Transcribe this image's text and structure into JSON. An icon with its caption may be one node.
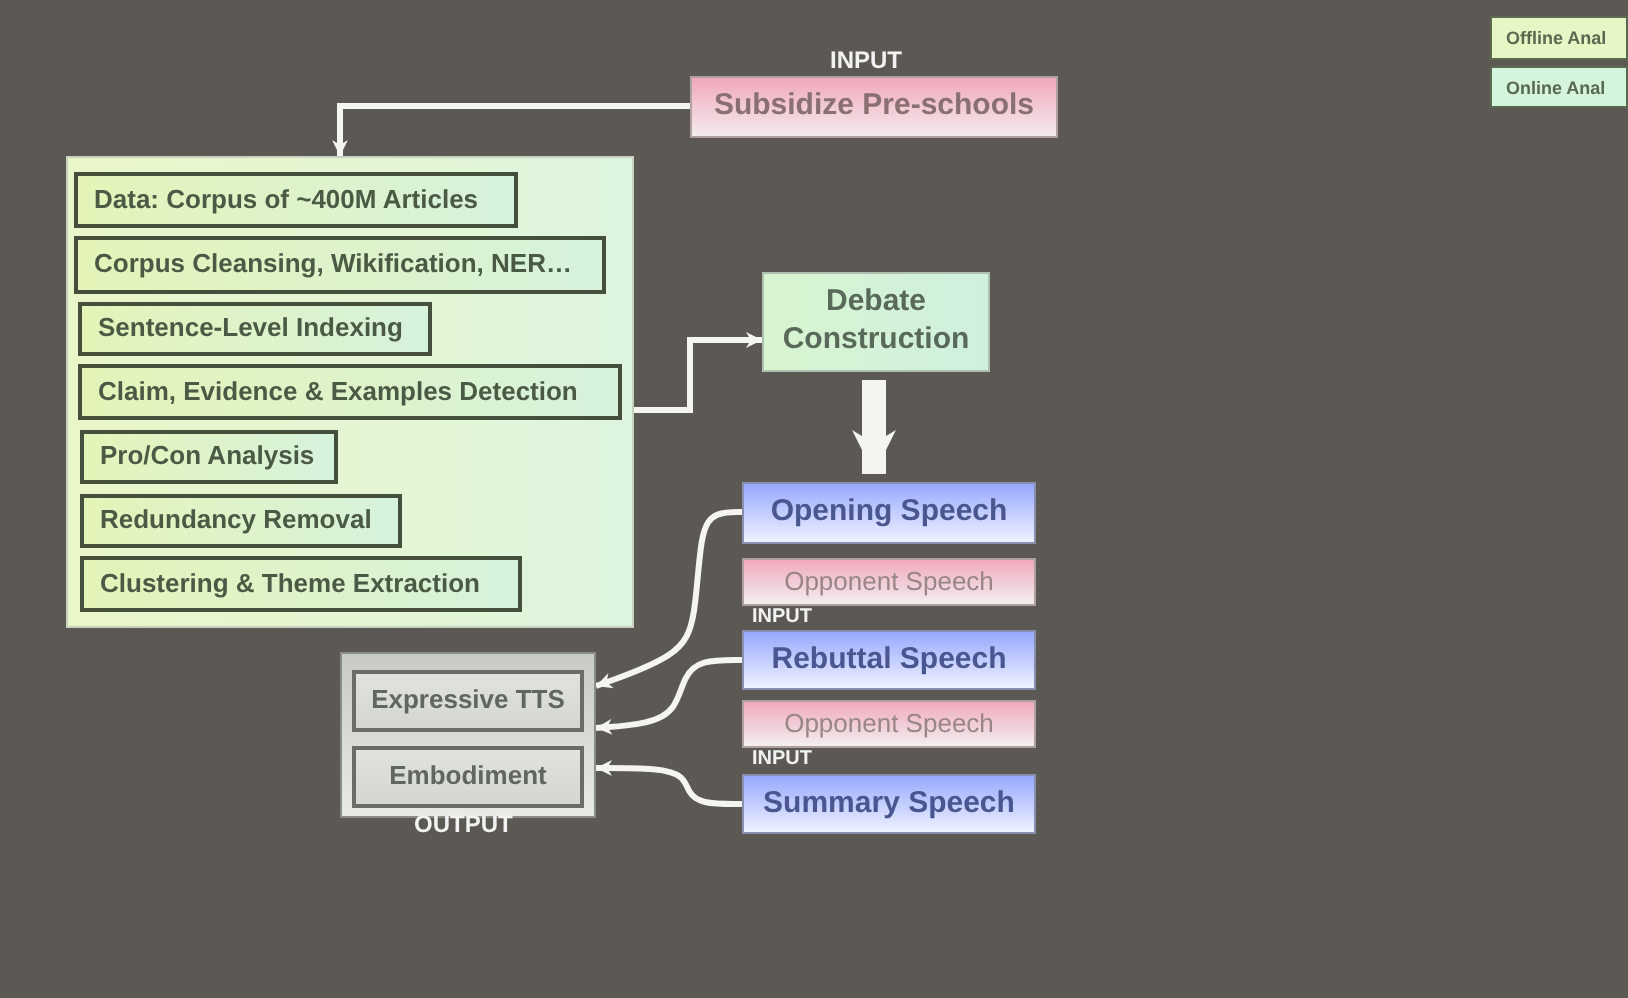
{
  "diagram": {
    "nodes": [
      {
        "text": [
          "Subsidize Pre-schools"
        ],
        "beside": [
          "INPUT"
        ]
      },
      {
        "text": [],
        "shape": "box"
      },
      {
        "text": [
          "Data: Corpus of ~400M Articles"
        ],
        "in": 1
      },
      {
        "text": [
          "Corpus Cleansing, Wikification, NER…"
        ],
        "in": 1
      },
      {
        "text": [
          "Sentence-Level Indexing"
        ],
        "in": 1
      },
      {
        "text": [
          "Claim, Evidence & Examples Detection"
        ],
        "in": 1
      },
      {
        "text": [
          "Pro/Con Analysis"
        ],
        "in": 1
      },
      {
        "text": [
          "Redundancy Removal"
        ],
        "in": 1
      },
      {
        "text": [
          "Clustering & Theme Extraction"
        ],
        "in": 1
      },
      {
        "text": [
          "Debate Construction"
        ]
      },
      {
        "text": [
          "Opening Speech"
        ]
      },
      {
        "text": [
          "Opponent Speech"
        ]
      },
      {
        "text": [
          "Rebuttal Speech"
        ]
      },
      {
        "text": [
          "Opponent Speech"
        ]
      },
      {
        "text": [
          "Summary Speech"
        ]
      },
      {
        "text": [],
        "shape": "box",
        "beside": [
          "OUTPUT"
        ]
      },
      {
        "text": [
          "Expressive TTS"
        ],
        "in": 15
      },
      {
        "text": [
          "Embodiment"
        ],
        "in": 15
      }
    ],
    "edges": [
      {
        "from": 0,
        "to": 1,
        "arrow": "to"
      },
      {
        "from": 1,
        "to": 9,
        "arrow": "to"
      },
      {
        "from": 9,
        "to": 10,
        "arrow": "to",
        "style": "thick"
      },
      {
        "from": 10,
        "to": 16,
        "arrow": "to"
      },
      {
        "from": 12,
        "to": 16,
        "arrow": "to"
      },
      {
        "from": 14,
        "to": 17,
        "arrow": "to"
      }
    ],
    "labels": [
      "INPUT",
      "INPUT"
    ],
    "legend": [
      {
        "text": "Offline Anal",
        "color": "#e6f6c4"
      },
      {
        "text": "Online Anal",
        "color": "#d4f4dc"
      }
    ]
  }
}
